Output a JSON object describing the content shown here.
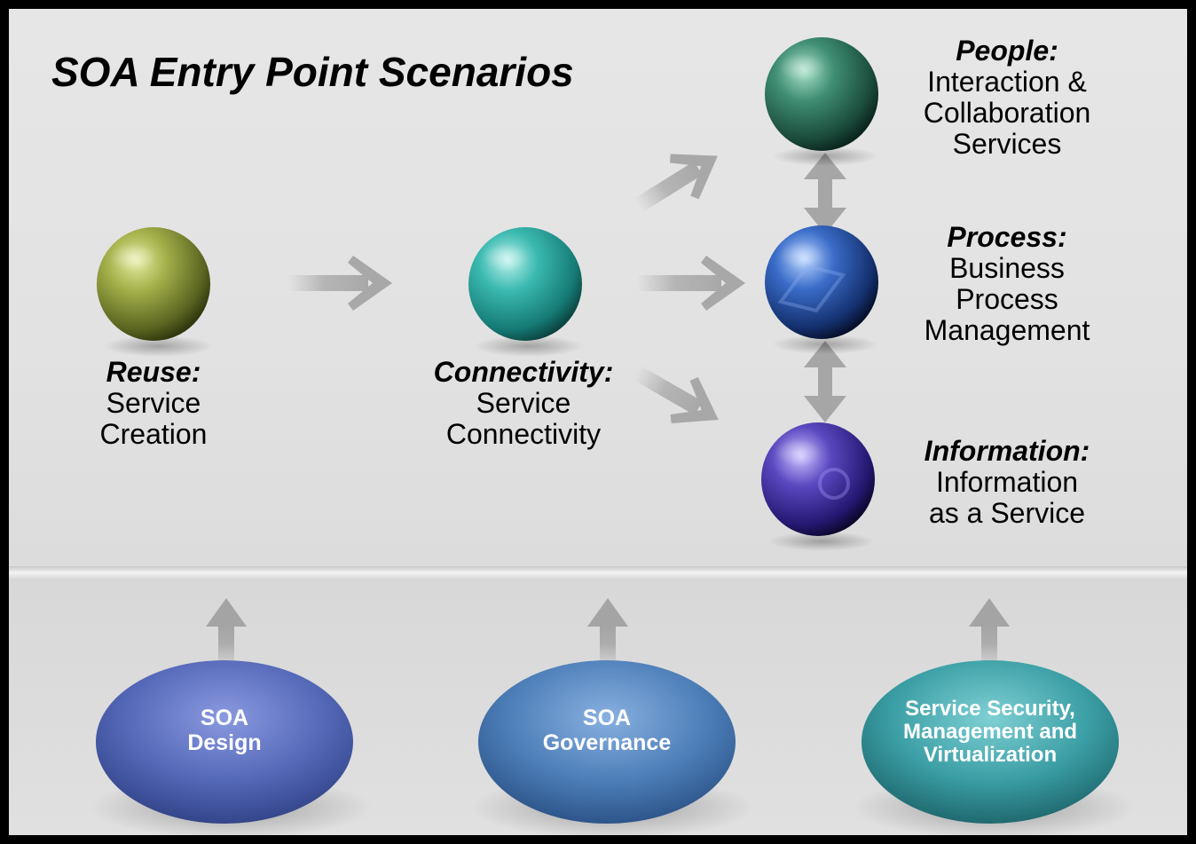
{
  "title": "SOA Entry Point Scenarios",
  "entry_points": [
    {
      "heading": "Reuse:",
      "line1": "Service",
      "line2": "Creation",
      "line3": "",
      "color": "#8a9a3a"
    },
    {
      "heading": "Connectivity:",
      "line1": "Service",
      "line2": "Connectivity",
      "line3": "",
      "color": "#2fa39c"
    },
    {
      "heading": "People:",
      "line1": "Interaction &",
      "line2": "Collaboration",
      "line3": "Services",
      "color": "#2e7a63"
    },
    {
      "heading": "Process:",
      "line1": "Business",
      "line2": "Process",
      "line3": "Management",
      "color": "#2d58b0"
    },
    {
      "heading": "Information:",
      "line1": "Information",
      "line2": "as a Service",
      "line3": "",
      "color": "#4a3aa8"
    }
  ],
  "foundations": [
    {
      "line1": "SOA",
      "line2": "Design",
      "line3": "",
      "color": "#4f64b4"
    },
    {
      "line1": "SOA",
      "line2": "Governance",
      "line3": "",
      "color": "#4a7ab4"
    },
    {
      "line1": "Service Security,",
      "line2": "Management and",
      "line3": "Virtualization",
      "color": "#3a9aa0"
    }
  ]
}
